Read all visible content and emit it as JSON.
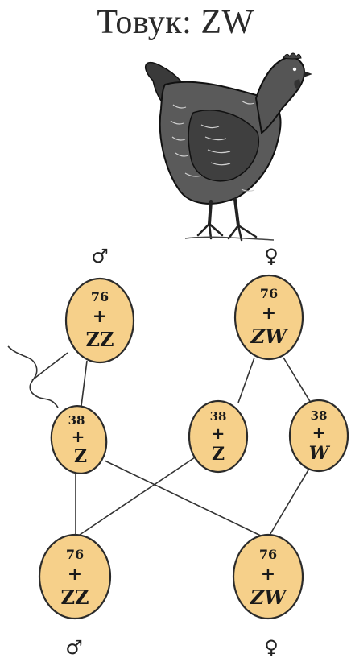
{
  "title": "Товук: ZW",
  "colors": {
    "cell_fill": "#f6d08a",
    "cell_stroke": "#2b2b2b",
    "line": "#333333"
  },
  "icons": {
    "hen": "hen-illustration-icon",
    "male": "male-symbol-icon",
    "female": "female-symbol-icon"
  },
  "parents": {
    "male_symbol": "♂",
    "female_symbol": "♀",
    "male_cell": {
      "count": "76",
      "plus": "+",
      "chrom": "ZZ"
    },
    "female_cell": {
      "count": "76",
      "plus": "+",
      "chrom": "ZW"
    }
  },
  "gametes": {
    "sperm": {
      "count": "38",
      "plus": "+",
      "chrom": "Z"
    },
    "egg_z": {
      "count": "38",
      "plus": "+",
      "chrom": "Z"
    },
    "egg_w": {
      "count": "38",
      "plus": "+",
      "chrom": "W"
    }
  },
  "offspring": {
    "male_symbol": "♂",
    "female_symbol": "♀",
    "male_cell": {
      "count": "76",
      "plus": "+",
      "chrom": "ZZ"
    },
    "female_cell": {
      "count": "76",
      "plus": "+",
      "chrom": "ZW"
    }
  }
}
